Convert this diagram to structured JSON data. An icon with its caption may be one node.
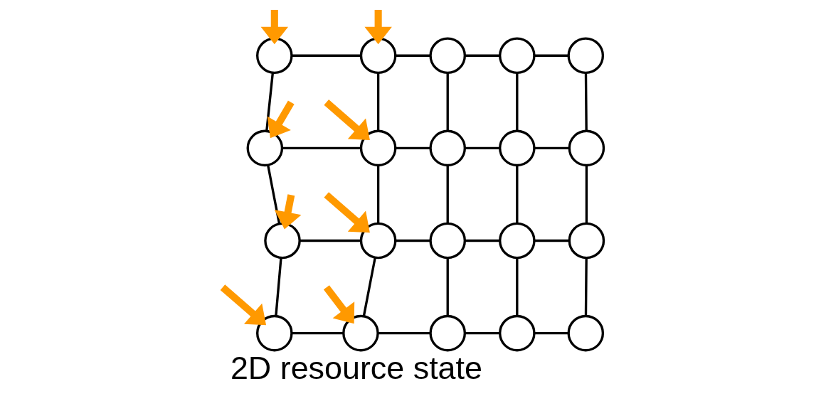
{
  "diagram": {
    "caption": "2D resource state",
    "nodes": [
      {
        "text": [],
        "shape": "circle"
      },
      {
        "text": [],
        "shape": "circle"
      },
      {
        "text": [],
        "shape": "circle"
      },
      {
        "text": [],
        "shape": "circle"
      },
      {
        "text": [],
        "shape": "circle"
      },
      {
        "text": [],
        "shape": "circle"
      },
      {
        "text": [],
        "shape": "circle"
      },
      {
        "text": [],
        "shape": "circle"
      },
      {
        "text": [],
        "shape": "circle"
      },
      {
        "text": [],
        "shape": "circle"
      },
      {
        "text": [],
        "shape": "circle"
      },
      {
        "text": [],
        "shape": "circle"
      },
      {
        "text": [],
        "shape": "circle"
      },
      {
        "text": [],
        "shape": "circle"
      },
      {
        "text": [],
        "shape": "circle"
      },
      {
        "text": [],
        "shape": "circle"
      },
      {
        "text": [],
        "shape": "circle"
      },
      {
        "text": [],
        "shape": "circle"
      },
      {
        "text": [],
        "shape": "circle"
      },
      {
        "text": [],
        "shape": "circle"
      }
    ],
    "edges": [
      {
        "from": 0,
        "to": 1,
        "arrow": "none"
      },
      {
        "from": 1,
        "to": 2,
        "arrow": "none"
      },
      {
        "from": 2,
        "to": 3,
        "arrow": "none"
      },
      {
        "from": 3,
        "to": 4,
        "arrow": "none"
      },
      {
        "from": 5,
        "to": 6,
        "arrow": "none"
      },
      {
        "from": 6,
        "to": 7,
        "arrow": "none"
      },
      {
        "from": 7,
        "to": 8,
        "arrow": "none"
      },
      {
        "from": 8,
        "to": 9,
        "arrow": "none"
      },
      {
        "from": 10,
        "to": 11,
        "arrow": "none"
      },
      {
        "from": 11,
        "to": 12,
        "arrow": "none"
      },
      {
        "from": 12,
        "to": 13,
        "arrow": "none"
      },
      {
        "from": 13,
        "to": 14,
        "arrow": "none"
      },
      {
        "from": 15,
        "to": 16,
        "arrow": "none"
      },
      {
        "from": 16,
        "to": 17,
        "arrow": "none"
      },
      {
        "from": 17,
        "to": 18,
        "arrow": "none"
      },
      {
        "from": 18,
        "to": 19,
        "arrow": "none"
      },
      {
        "from": 0,
        "to": 5,
        "arrow": "none"
      },
      {
        "from": 1,
        "to": 6,
        "arrow": "none"
      },
      {
        "from": 2,
        "to": 7,
        "arrow": "none"
      },
      {
        "from": 3,
        "to": 8,
        "arrow": "none"
      },
      {
        "from": 4,
        "to": 9,
        "arrow": "none"
      },
      {
        "from": 5,
        "to": 10,
        "arrow": "none"
      },
      {
        "from": 6,
        "to": 11,
        "arrow": "none"
      },
      {
        "from": 7,
        "to": 12,
        "arrow": "none"
      },
      {
        "from": 8,
        "to": 13,
        "arrow": "none"
      },
      {
        "from": 9,
        "to": 14,
        "arrow": "none"
      },
      {
        "from": 10,
        "to": 15,
        "arrow": "none"
      },
      {
        "from": 11,
        "to": 16,
        "arrow": "none"
      },
      {
        "from": 12,
        "to": 17,
        "arrow": "none"
      },
      {
        "from": 13,
        "to": 18,
        "arrow": "none"
      },
      {
        "from": 14,
        "to": 19,
        "arrow": "none"
      },
      {
        "from": null,
        "to": 0,
        "arrow": "to",
        "style": "thick",
        "color": "#ff9900"
      },
      {
        "from": null,
        "to": 1,
        "arrow": "to",
        "style": "thick",
        "color": "#ff9900"
      },
      {
        "from": null,
        "to": 5,
        "arrow": "to",
        "style": "thick",
        "color": "#ff9900"
      },
      {
        "from": null,
        "to": 6,
        "arrow": "to",
        "style": "thick",
        "color": "#ff9900"
      },
      {
        "from": null,
        "to": 10,
        "arrow": "to",
        "style": "thick",
        "color": "#ff9900"
      },
      {
        "from": null,
        "to": 11,
        "arrow": "to",
        "style": "thick",
        "color": "#ff9900"
      },
      {
        "from": null,
        "to": 15,
        "arrow": "to",
        "style": "thick",
        "color": "#ff9900"
      },
      {
        "from": null,
        "to": 16,
        "arrow": "to",
        "style": "thick",
        "color": "#ff9900"
      }
    ]
  }
}
